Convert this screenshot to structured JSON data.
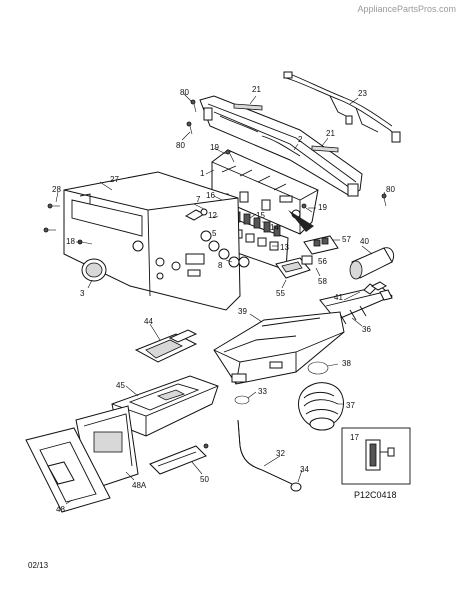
{
  "watermark": "AppliancePartsPros.com",
  "footer_date": "02/13",
  "diagram_code": "P12C0418",
  "callouts": {
    "c1": "1",
    "c2": "2",
    "c3": "3",
    "c5": "5",
    "c7": "7",
    "c8": "8",
    "c12": "12",
    "c13": "13",
    "c14": "14",
    "c15": "15",
    "c16": "16",
    "c17": "17",
    "c18": "18",
    "c19a": "19",
    "c19b": "19",
    "c21a": "21",
    "c21b": "21",
    "c23": "23",
    "c27": "27",
    "c28": "28",
    "c32": "32",
    "c33": "33",
    "c34": "34",
    "c36": "36",
    "c37": "37",
    "c38": "38",
    "c39": "39",
    "c40": "40",
    "c41": "41",
    "c44": "44",
    "c45": "45",
    "c48": "48",
    "c48a": "48A",
    "c50": "50",
    "c55": "55",
    "c56": "56",
    "c57": "57",
    "c58": "58",
    "c80a": "80",
    "c80b": "80",
    "c80c": "80"
  }
}
